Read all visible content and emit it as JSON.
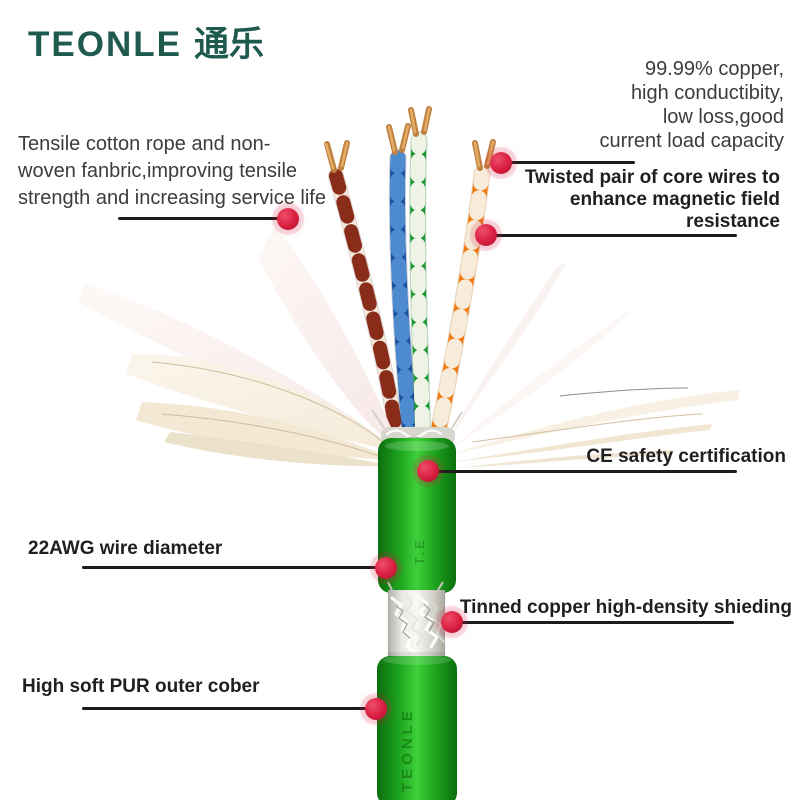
{
  "brand": {
    "name": "TEONLE",
    "cjk": "通乐"
  },
  "annotations": {
    "copper": {
      "lines": [
        "99.99% copper,",
        "high conductibity,",
        "low loss,good",
        "current load capacity"
      ]
    },
    "twisted": {
      "lines": [
        "Twisted pair of core wires to",
        "enhance magnetic field",
        "resistance"
      ]
    },
    "cotton": {
      "lines": [
        "Tensile cotton rope and non-",
        "woven fanbric,improving tensile",
        "strength and increasing service life"
      ]
    },
    "ce": {
      "text": "CE safety certification"
    },
    "awg": {
      "text": "22AWG wire diameter"
    },
    "shielding": {
      "text": "Tinned copper high-density shieding"
    },
    "pur": {
      "text": "High soft PUR outer cober"
    }
  },
  "illustration": {
    "embossed_text": "TEONLE",
    "embossed_text_short": "T.E",
    "colors": {
      "accent_red": "#d81e3f",
      "cable_green": "#1fa51f",
      "cable_green_light": "#3ed13a",
      "cable_green_dark": "#0b6e0e",
      "braid_silver": "#d9d9d3",
      "pair_blue": "#1c4f9f",
      "pair_blue_light": "#4e8ace",
      "pair_green": "#18982f",
      "pair_orange": "#ef7c12",
      "pair_brown": "#8a2c1a",
      "cotton_cream": "#f4ead9",
      "cotton_pink": "#f6e7e7",
      "copper": "#c08040",
      "logo_green": "#1e5b4e",
      "line_black": "#1c1c1c",
      "text_dark": "#1f1f1f",
      "text_body": "#3c3c3c"
    }
  }
}
